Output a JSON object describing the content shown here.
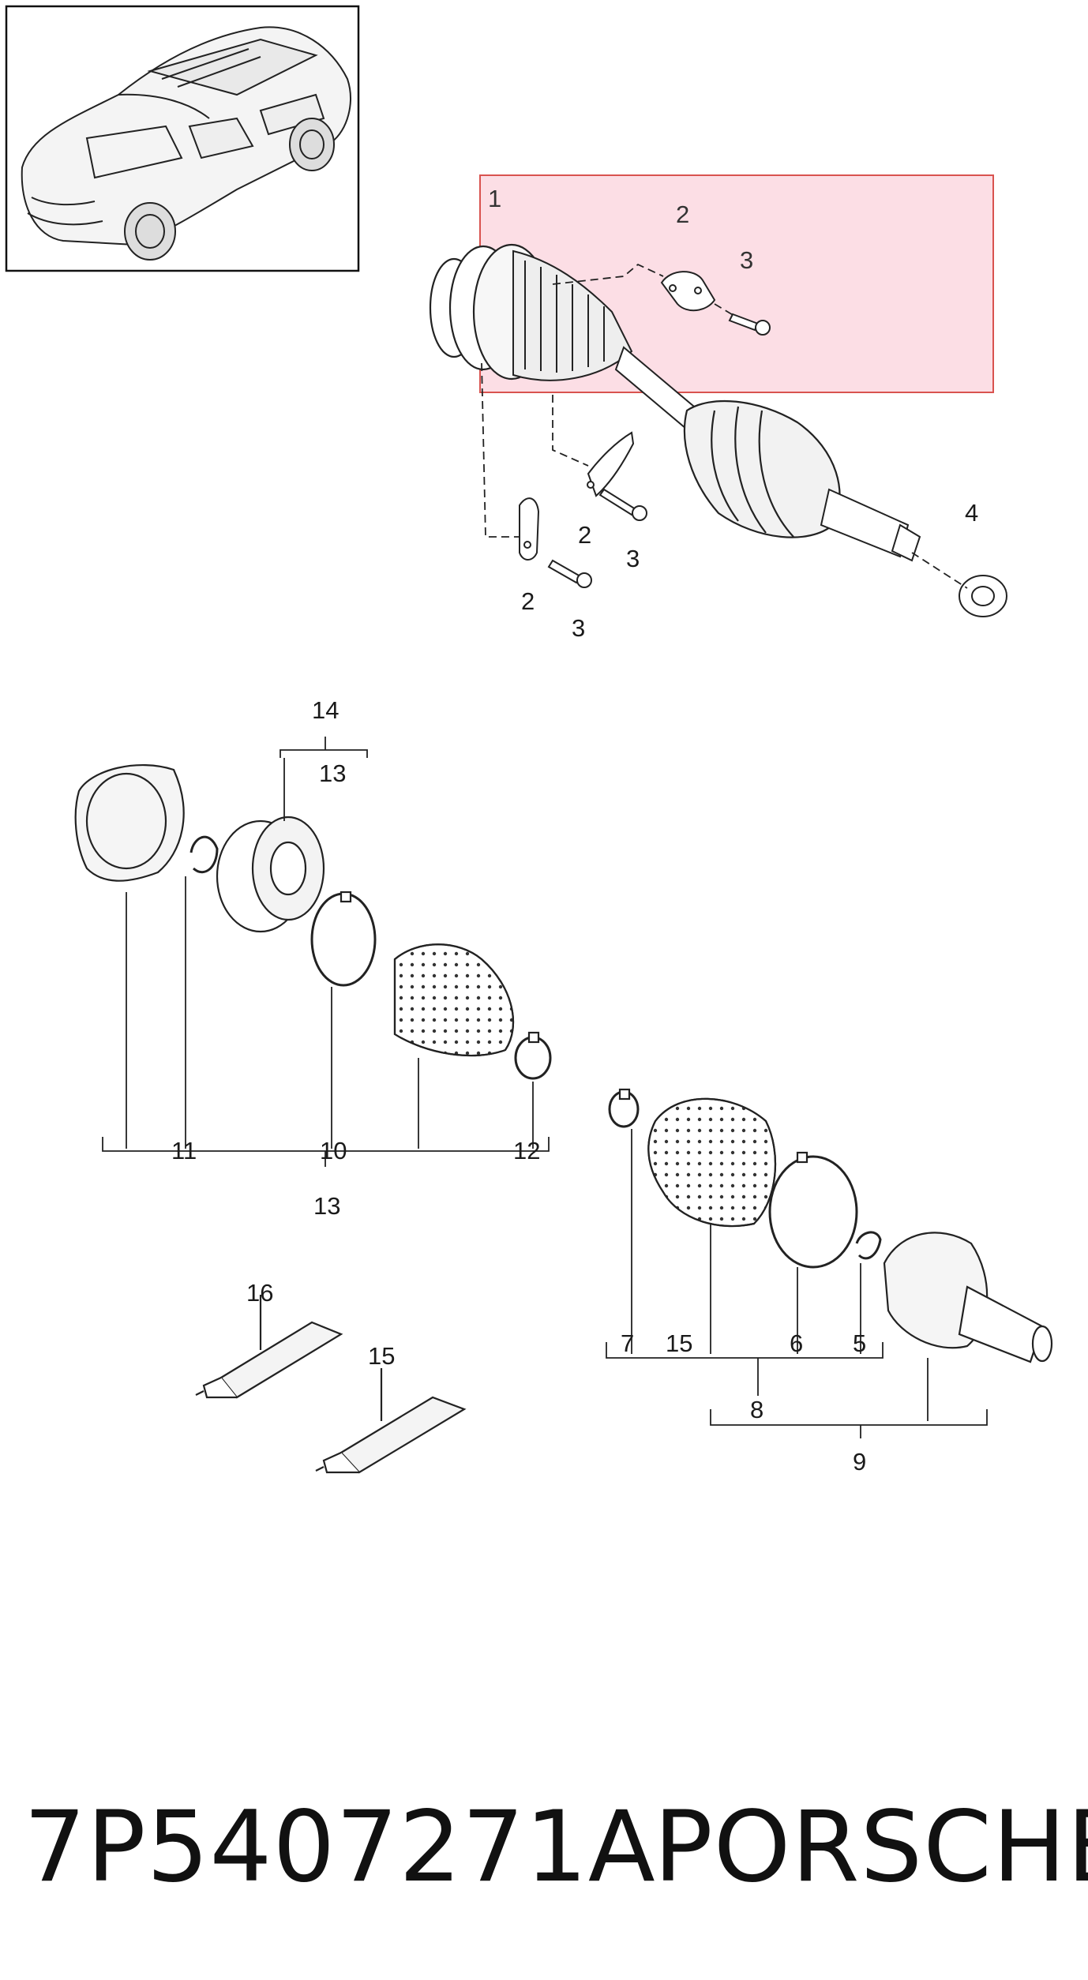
{
  "diagram": {
    "highlight_color": "#f9c8d3",
    "highlight_border_color": "#d9534f",
    "callouts": {
      "top": [
        "1",
        "2",
        "3",
        "2",
        "3",
        "2",
        "3",
        "4"
      ],
      "inner_joint": [
        "14",
        "13",
        "11",
        "10",
        "12",
        "13"
      ],
      "outer_joint": [
        "7",
        "15",
        "6",
        "5",
        "8",
        "9"
      ],
      "grease": [
        "16",
        "15"
      ]
    }
  },
  "footer": {
    "part_number": "7P5407271A",
    "brand": "PORSCHE"
  }
}
